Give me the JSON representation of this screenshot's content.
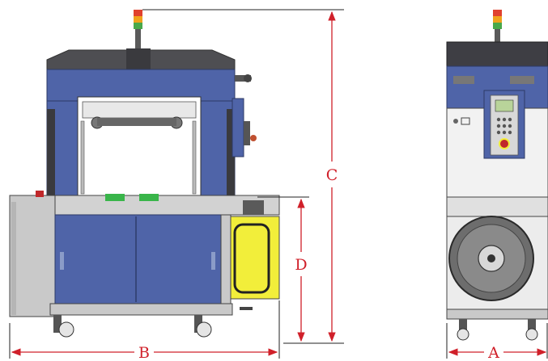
{
  "dimensions": {
    "A": "A",
    "B": "B",
    "C": "C",
    "D": "D"
  },
  "colors": {
    "machine_blue": "#4f64a8",
    "frame_grey": "#c9c9c9",
    "dark_grey": "#4a4a4a",
    "dimension_red": "#d0202a",
    "cover_yellow": "#f2ee3a",
    "pad_green": "#39b54a",
    "beacon_red": "#e0412e",
    "beacon_amber": "#f0a21c",
    "beacon_green": "#49a84a"
  }
}
